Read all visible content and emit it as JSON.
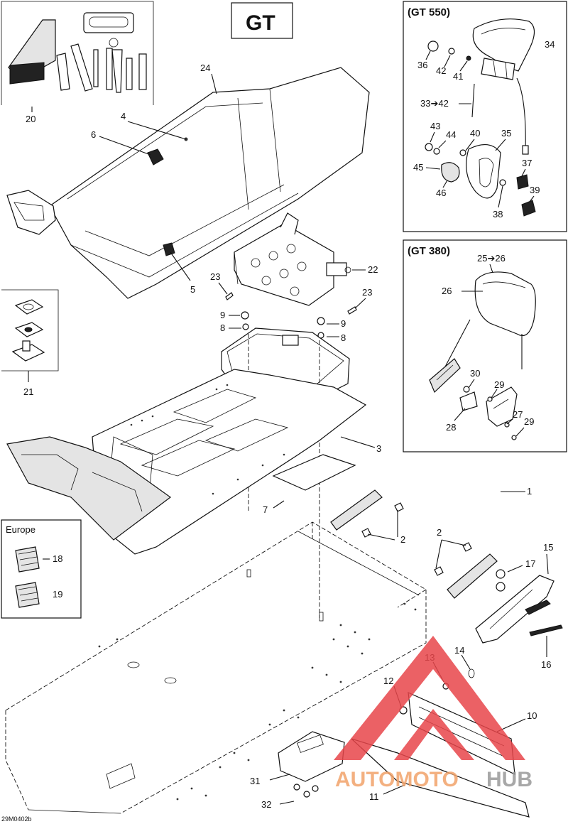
{
  "diagram": {
    "title": "GT",
    "drawing_code": "29M0402b",
    "boxes": {
      "gt550": "(GT 550)",
      "gt380": "(GT 380)",
      "europe": "Europe"
    },
    "labels": {
      "l1": "1",
      "l2a": "2",
      "l2b": "2",
      "l3": "3",
      "l4": "4",
      "l5": "5",
      "l6": "6",
      "l7": "7",
      "l8a": "8",
      "l8b": "8",
      "l9a": "9",
      "l9b": "9",
      "l10": "10",
      "l11": "11",
      "l12": "12",
      "l13": "13",
      "l14": "14",
      "l15": "15",
      "l16": "16",
      "l17": "17",
      "l18": "18",
      "l19": "19",
      "l20": "20",
      "l21": "21",
      "l22": "22",
      "l23a": "23",
      "l23b": "23",
      "l24": "24",
      "l25": "25➔26",
      "l26": "26",
      "l27": "27",
      "l28": "28",
      "l29a": "29",
      "l29b": "29",
      "l30": "30",
      "l31": "31",
      "l32": "32",
      "l33": "33➔42",
      "l34": "34",
      "l35": "35",
      "l36": "36",
      "l37": "37",
      "l38": "38",
      "l39": "39",
      "l40": "40",
      "l41": "41",
      "l42": "42",
      "l43": "43",
      "l44": "44",
      "l45": "45",
      "l46": "46"
    }
  },
  "watermark": {
    "part1": "AUTOMOTO",
    "part2": "HUB",
    "colors": {
      "triangle": "#e8454a",
      "part1": "#f2a36b",
      "part2": "#9a9a9a"
    }
  }
}
